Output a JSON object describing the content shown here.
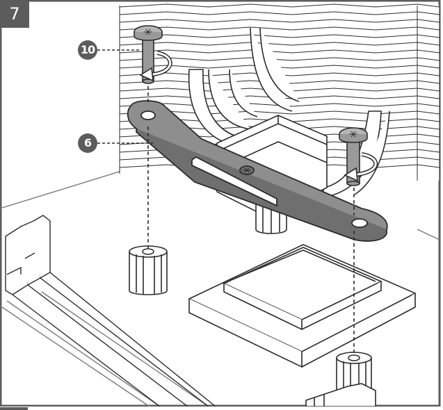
{
  "step": {
    "number": "7"
  },
  "callouts": [
    {
      "label": "10",
      "part": "mounting-screw"
    },
    {
      "label": "6",
      "part": "mounting-bar"
    }
  ],
  "colors": {
    "frame": "#5c5c5c",
    "part_fill": "#8e8e8e",
    "screw_fill": "#9a9a9a",
    "line": "#2a2a2a",
    "light_line": "#7a7a7a"
  },
  "icons": [
    "rotate-clockwise-arrow-icon",
    "screw-icon",
    "callout-leader-line"
  ]
}
